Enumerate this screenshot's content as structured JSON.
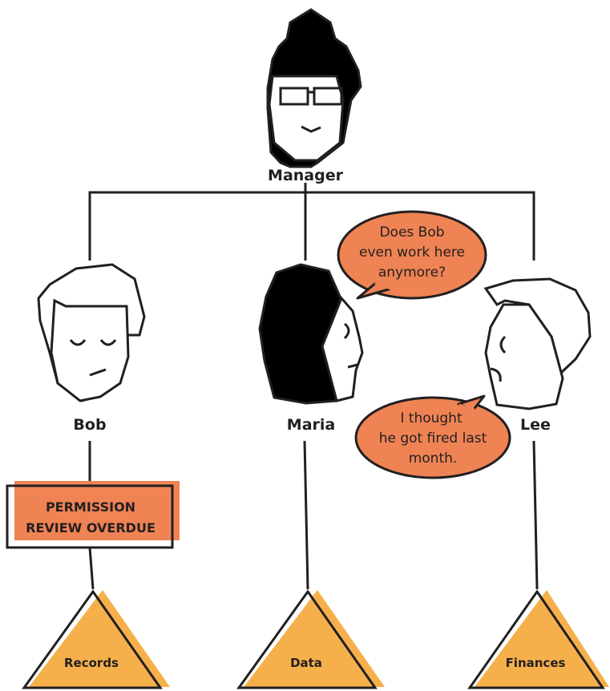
{
  "people": {
    "manager": "Manager",
    "bob": "Bob",
    "maria": "Maria",
    "lee": "Lee"
  },
  "bubbles": {
    "maria": [
      "Does Bob",
      "even work here",
      "anymore?"
    ],
    "lee": [
      "I thought",
      "he got fired last",
      "month."
    ]
  },
  "warning": [
    "PERMISSION",
    "REVIEW OVERDUE"
  ],
  "resources": {
    "records": "Records",
    "data": "Data",
    "finances": "Finances"
  },
  "colors": {
    "orange": "#ef8354",
    "triangle": "#f5b04b",
    "ink": "#231f20"
  }
}
